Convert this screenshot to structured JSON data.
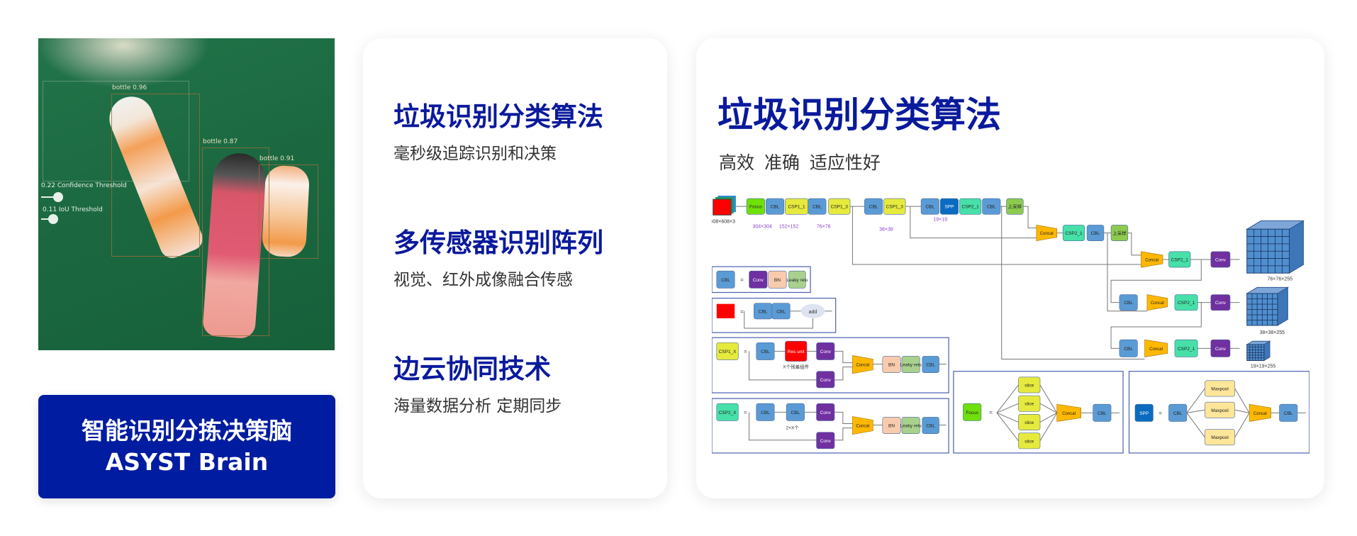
{
  "photo": {
    "detections": [
      {
        "label": "bottle 0.96"
      },
      {
        "label": "bottle 0.87"
      },
      {
        "label": "bottle 0.91"
      }
    ],
    "confidence_threshold_label": "0.22 Confidence Threshold",
    "iou_threshold_label": "0.11 IoU Threshold"
  },
  "brain_button": {
    "line1": "智能识别分拣决策脑",
    "line2": "ASYST Brain"
  },
  "features": [
    {
      "title": "垃圾识别分类算法",
      "desc": "毫秒级追踪识别和决策"
    },
    {
      "title": "多传感器识别阵列",
      "desc": "视觉、红外成像融合传感"
    },
    {
      "title": "边云协同技术",
      "desc": "海量数据分析  定期同步"
    }
  ],
  "right_card": {
    "title": "垃圾识别分类算法",
    "subtitle": "高效 准确 适应性好"
  },
  "diagram": {
    "colors": {
      "cbl": "#5b9bd5",
      "focus": "#6ee00a",
      "csp1": "#e6ea3c",
      "csp2": "#47e0a8",
      "spp": "#0b6bc0",
      "conv": "#7030a0",
      "bn": "#f8cbad",
      "leaky": "#a9d18e",
      "up": "#8dcb4e",
      "concat": "#ffb800",
      "res": "#ff0000",
      "maxpool": "#ffe699",
      "text_purple": "#8a3fd0"
    },
    "labels": {
      "input_size": "608×608×3",
      "s304": "304×304",
      "s152": "152×152",
      "s76": "76×76",
      "s38": "38×38",
      "s19": "19×19",
      "out76": "76×76×255",
      "out38": "38×38×255",
      "out19": "19×19×255",
      "focus": "Focus",
      "cbl": "CBL",
      "csp1_1": "CSP1_1",
      "csp1_3": "CSP1_3",
      "spp": "SPP",
      "csp2_1": "CSP2_1",
      "upsample": "上采样",
      "concat": "Concat",
      "conv": "Conv",
      "bn": "BN",
      "leaky": "Leaky relu",
      "add": "add",
      "res_unit": "Res unit",
      "csp1_x": "CSP1_X",
      "csp2_x": "CSP2_X",
      "x_res": "X个残差组件",
      "two_x": "2×X个",
      "slice": "slice",
      "maxpool": "Maxpool",
      "equals": "="
    }
  }
}
